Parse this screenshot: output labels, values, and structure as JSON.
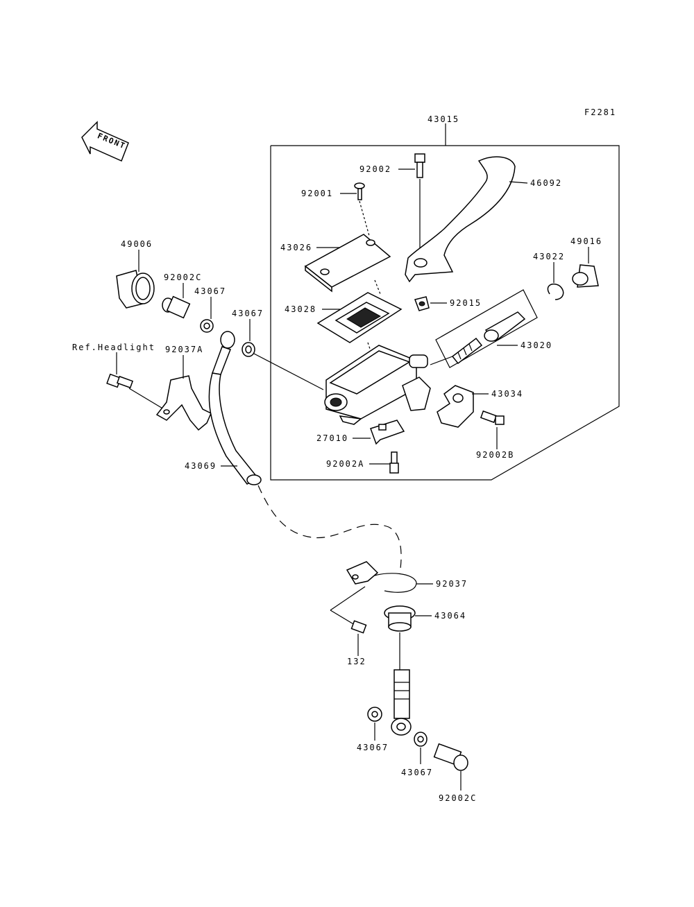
{
  "figure_code": "F2281",
  "front_label": "FRONT",
  "ref_label": "Ref.Headlight",
  "parts": {
    "assembly": "43015",
    "bolt_top": "92002",
    "lever": "46092",
    "screw": "92001",
    "cap": "43026",
    "diaphragm": "43028",
    "cover_49016": "49016",
    "circlip": "43022",
    "nut": "92015",
    "piston_kit": "43020",
    "clamp": "43034",
    "bolt_clamp": "92002B",
    "switch": "27010",
    "bleeder": "92002A",
    "boot": "49006",
    "banjo_bolt_top": "92002C",
    "washer_top_a": "43067",
    "washer_top_b": "43067",
    "bracket_top": "92037A",
    "hose": "43069",
    "hose_clamp": "92037",
    "grommet": "43064",
    "bolt_132": "132",
    "washer_bottom_a": "43067",
    "washer_bottom_b": "43067",
    "banjo_bolt_bottom": "92002C"
  }
}
